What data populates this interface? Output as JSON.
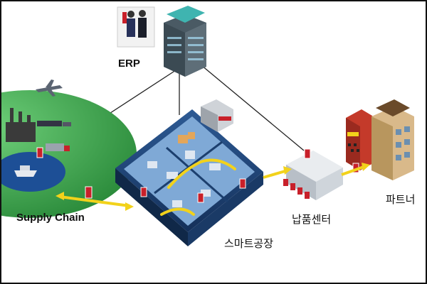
{
  "labels": {
    "erp": "ERP",
    "supply_chain": "Supply Chain",
    "smart_factory": "스마트공장",
    "delivery_center": "납품센터",
    "partner": "파트너"
  },
  "colors": {
    "frame": "#111111",
    "link_line": "#222222",
    "flow_arrow": "#f2d21b",
    "factory_wall": "#1c3f6e",
    "factory_floor": "#7fa9d6",
    "globe_green": "#3da34a",
    "water": "#1d4f96",
    "tag_red": "#c8202a"
  },
  "icons": [
    "airplane-icon",
    "ship-icon",
    "truck-icon",
    "people-icon",
    "office-tower-icon",
    "warehouse-icon",
    "shop-icon"
  ]
}
